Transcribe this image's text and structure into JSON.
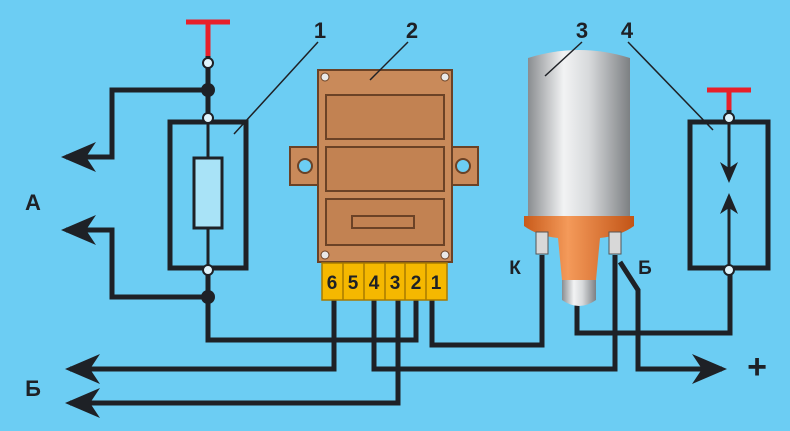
{
  "diagram": {
    "callouts": [
      "1",
      "2",
      "3",
      "4"
    ],
    "side_labels": {
      "a": "А",
      "b": "Б",
      "plus": "+"
    },
    "coil_terminals": {
      "k": "К",
      "b": "Б"
    },
    "connector_pins": [
      "6",
      "5",
      "4",
      "3",
      "2",
      "1"
    ]
  },
  "colors": {
    "background": "#6ccdf3",
    "wire": "#1e2126",
    "module": "#c98a5a",
    "connector": "#f5b800",
    "coil_base": "#e8782e",
    "supply": "#e8202a"
  }
}
